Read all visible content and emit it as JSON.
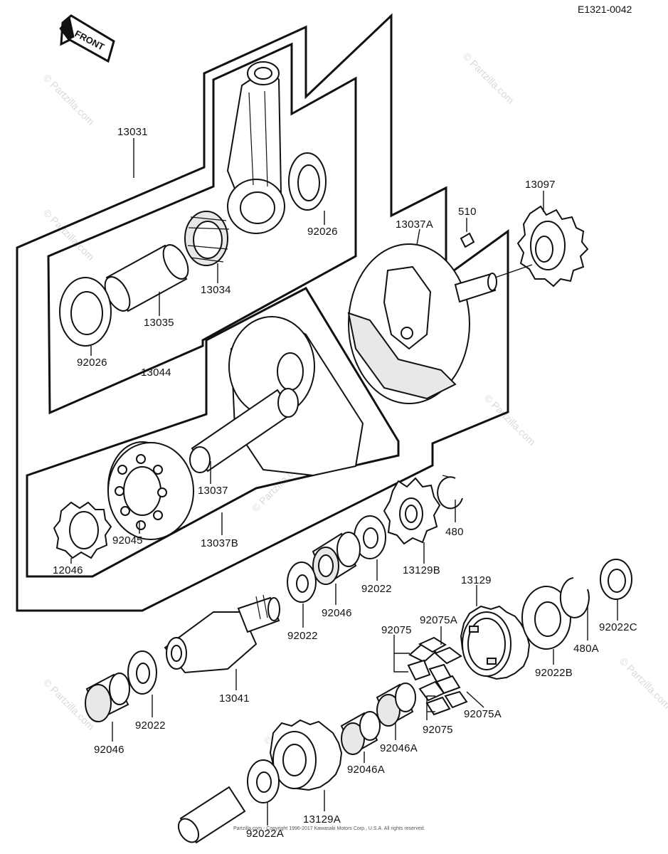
{
  "diagram_code": "E1321-0042",
  "front_label": "FRONT",
  "watermark": "© Partzilla.com",
  "copyright": "Partzilla.com - Copyright 1996-2017 Kawasaki Motors Corp., U.S.A. All rights reserved.",
  "parts": [
    {
      "label": "13031"
    },
    {
      "label": "92026"
    },
    {
      "label": "13034"
    },
    {
      "label": "13035"
    },
    {
      "label": "92026"
    },
    {
      "label": "13044"
    },
    {
      "label": "13037A"
    },
    {
      "label": "510"
    },
    {
      "label": "13097"
    },
    {
      "label": "13037"
    },
    {
      "label": "92045"
    },
    {
      "label": "13037B"
    },
    {
      "label": "12046"
    },
    {
      "label": "480"
    },
    {
      "label": "13129B"
    },
    {
      "label": "92022"
    },
    {
      "label": "92046"
    },
    {
      "label": "92022"
    },
    {
      "label": "13129"
    },
    {
      "label": "92075A"
    },
    {
      "label": "92075"
    },
    {
      "label": "92022C"
    },
    {
      "label": "480A"
    },
    {
      "label": "92022B"
    },
    {
      "label": "92075A"
    },
    {
      "label": "92075"
    },
    {
      "label": "13041"
    },
    {
      "label": "92022"
    },
    {
      "label": "92046"
    },
    {
      "label": "92046A"
    },
    {
      "label": "92046A"
    },
    {
      "label": "13129A"
    },
    {
      "label": "92022A"
    }
  ]
}
